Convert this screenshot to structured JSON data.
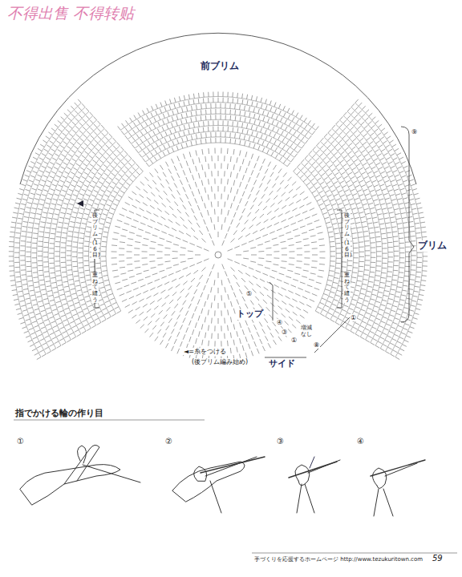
{
  "diagram": {
    "labels": [
      "不得出售 不得转贴",
      "前ブリム",
      "後ブリム",
      "(16目)",
      "重ねて縫う",
      "後ブリム",
      "(16目)",
      "重ねて縫う",
      "⑨",
      "ブリム",
      "①",
      "⑤",
      "トップ",
      "④",
      "③",
      "①",
      "増減なし",
      "⑧",
      "サイド",
      "◄=糸をつける",
      "(後ブリム編み始め)",
      "指でかける輪の作り目",
      "①",
      "②",
      "③",
      "④",
      "手づくりを応援するホームページ http://www.tezukuritown.com",
      "59"
    ]
  }
}
